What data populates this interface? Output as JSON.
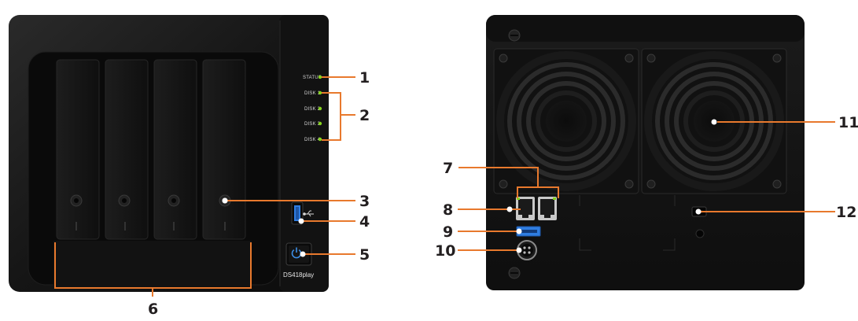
{
  "front": {
    "led_labels": [
      "STATUS",
      "DISK 1",
      "DISK 2",
      "DISK 3",
      "DISK 4"
    ],
    "model": "DS418play",
    "callouts": [
      "1",
      "2",
      "3",
      "4",
      "5",
      "6"
    ]
  },
  "back": {
    "callouts": [
      "7",
      "8",
      "9",
      "10",
      "11",
      "12"
    ]
  },
  "colors": {
    "callout_line": "#e8792d",
    "led_green": "#86d21e",
    "usb_blue": "#2f7de1",
    "power_blue": "#3d8fe6",
    "chassis": "#151515"
  }
}
